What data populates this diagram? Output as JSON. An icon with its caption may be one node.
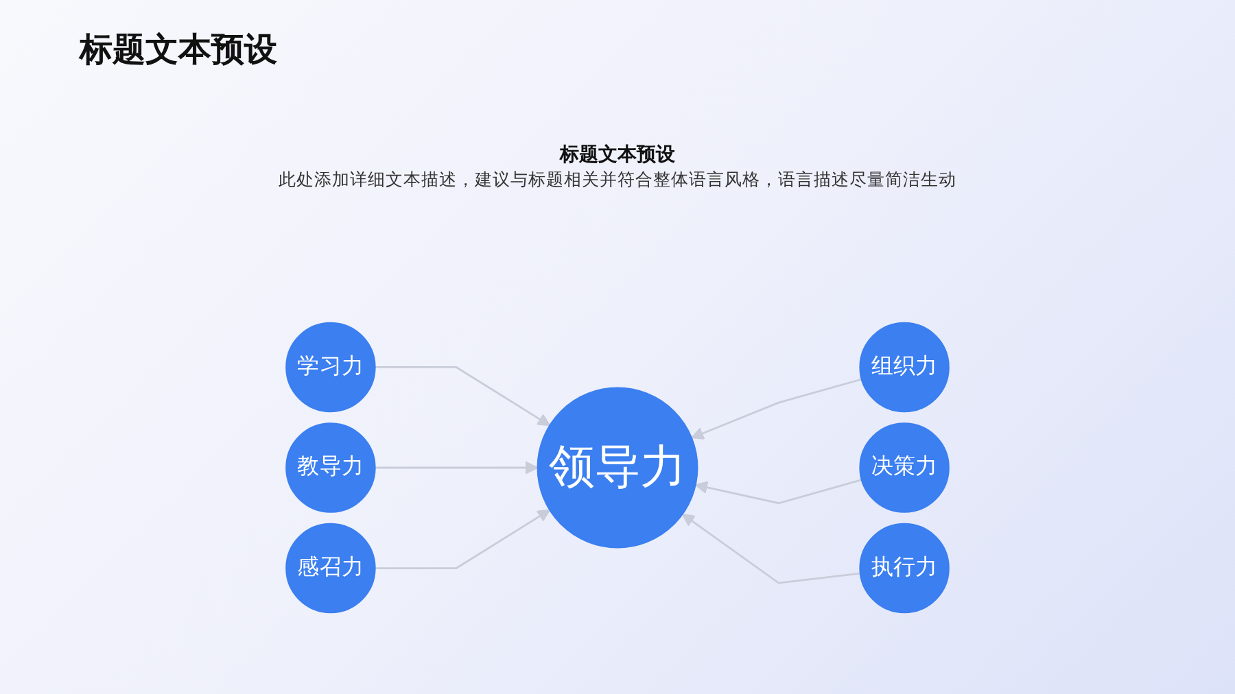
{
  "diagram": {
    "title": "标题文本预设",
    "nodes": [
      {
        "text": [
          "领导力"
        ]
      },
      {
        "text": [
          "学习力"
        ]
      },
      {
        "text": [
          "教导力"
        ]
      },
      {
        "text": [
          "感召力"
        ]
      },
      {
        "text": [
          "组织力"
        ]
      },
      {
        "text": [
          "决策力"
        ]
      },
      {
        "text": [
          "执行力"
        ]
      }
    ],
    "edges": [
      {
        "from": 1,
        "to": 0,
        "arrow": "to"
      },
      {
        "from": 2,
        "to": 0,
        "arrow": "to"
      },
      {
        "from": 3,
        "to": 0,
        "arrow": "to"
      },
      {
        "from": 4,
        "to": 0,
        "arrow": "to"
      },
      {
        "from": 5,
        "to": 0,
        "arrow": "to"
      },
      {
        "from": 6,
        "to": 0,
        "arrow": "to"
      }
    ],
    "labels": [
      "标题文本预设",
      "此处添加详细文本描述，建议与标题相关并符合整体语言风格，语言描述尽量简洁生动"
    ]
  }
}
